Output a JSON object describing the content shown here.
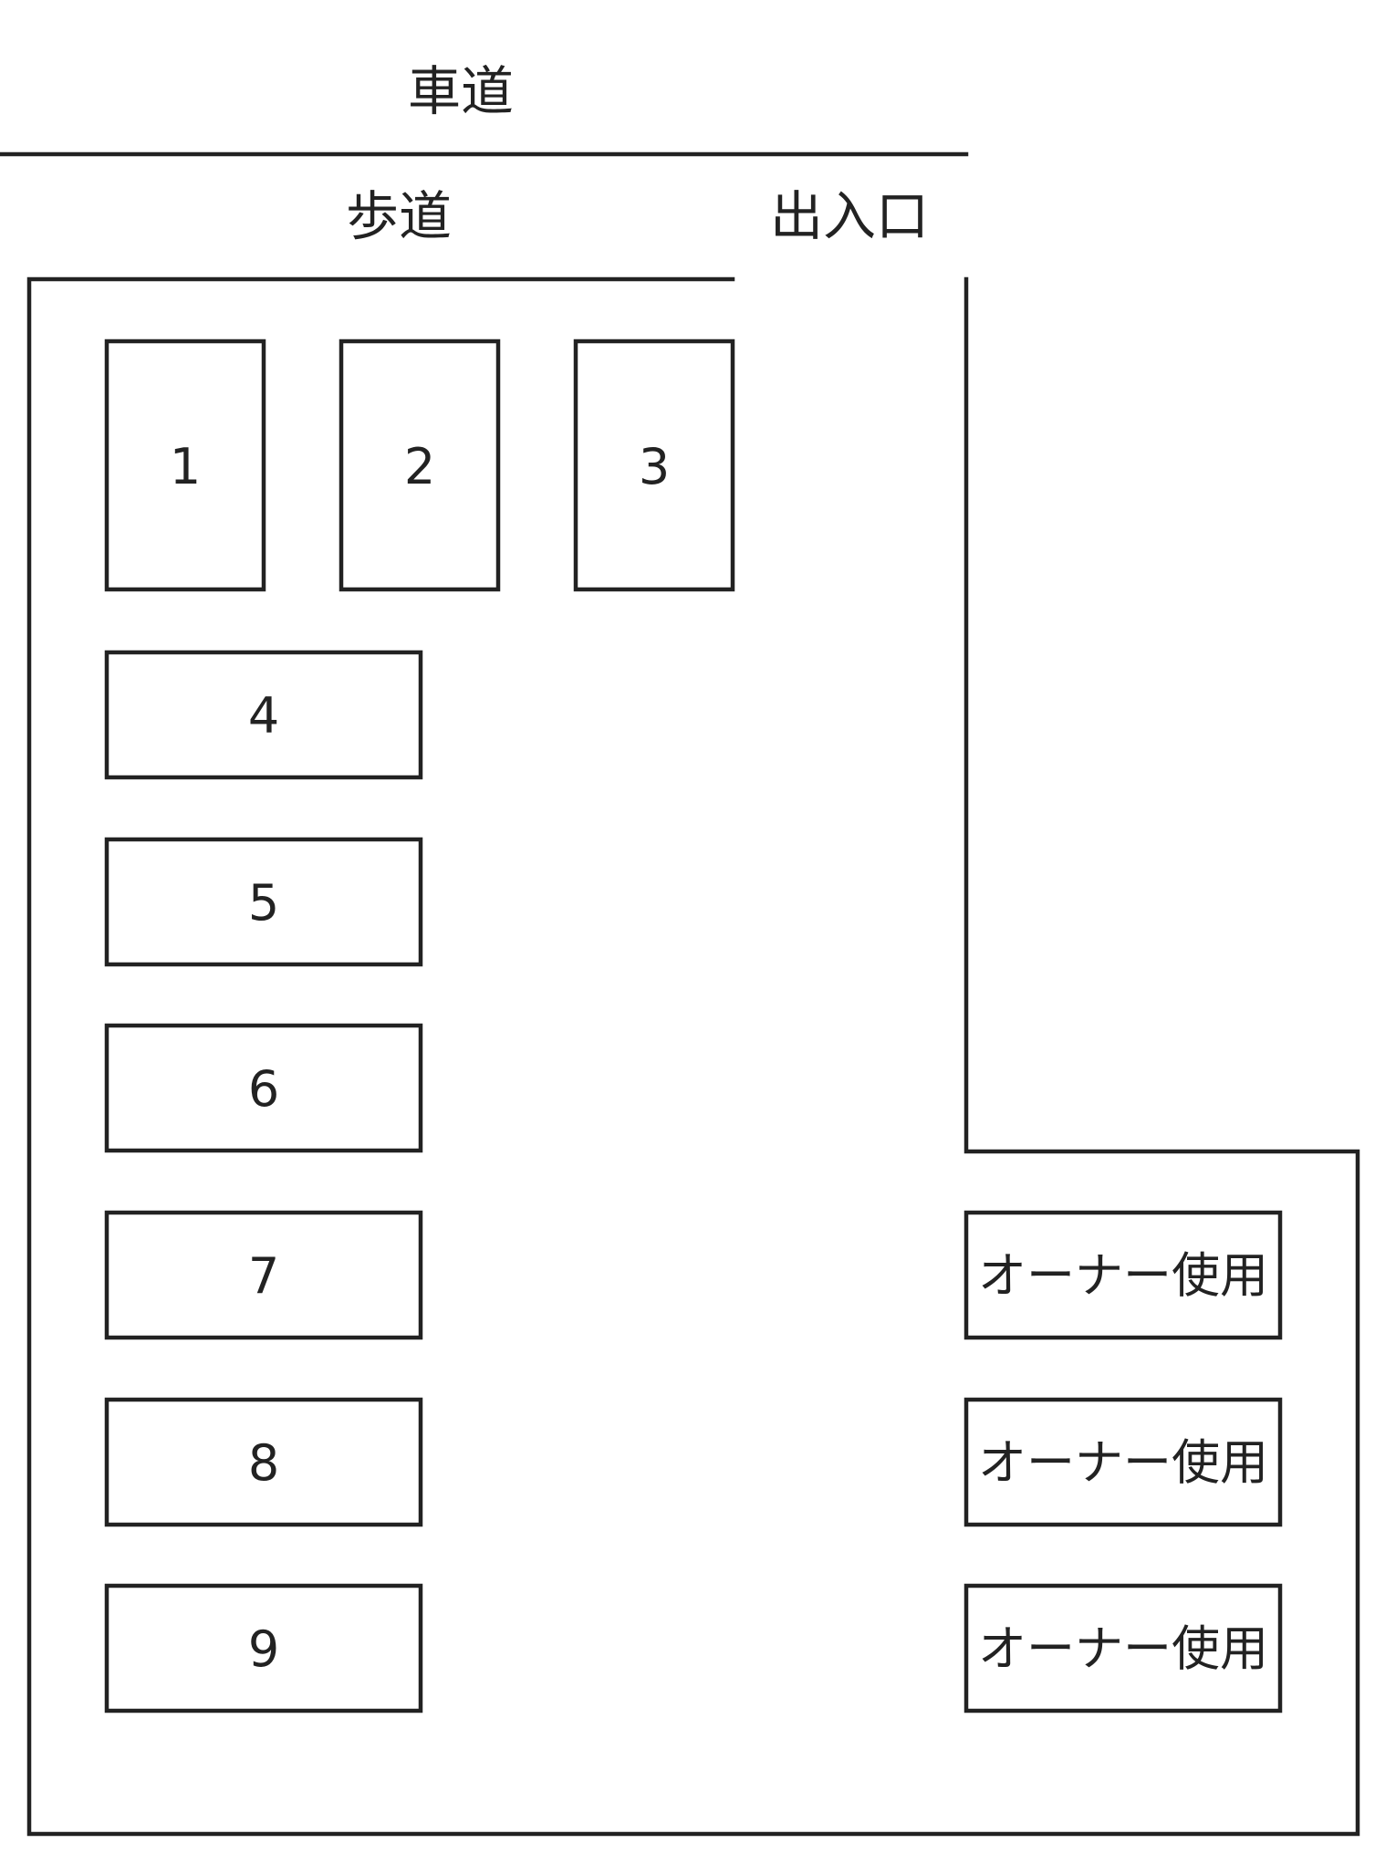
{
  "labels": {
    "road": "車道",
    "sidewalk": "歩道",
    "entrance": "出入口"
  },
  "slots": [
    {
      "label": "1"
    },
    {
      "label": "2"
    },
    {
      "label": "3"
    },
    {
      "label": "4"
    },
    {
      "label": "5"
    },
    {
      "label": "6"
    },
    {
      "label": "7"
    },
    {
      "label": "8"
    },
    {
      "label": "9"
    }
  ],
  "owner_slots": [
    {
      "label": "オーナー使用"
    },
    {
      "label": "オーナー使用"
    },
    {
      "label": "オーナー使用"
    }
  ],
  "colors": {
    "line": "#222222",
    "background": "#ffffff"
  }
}
